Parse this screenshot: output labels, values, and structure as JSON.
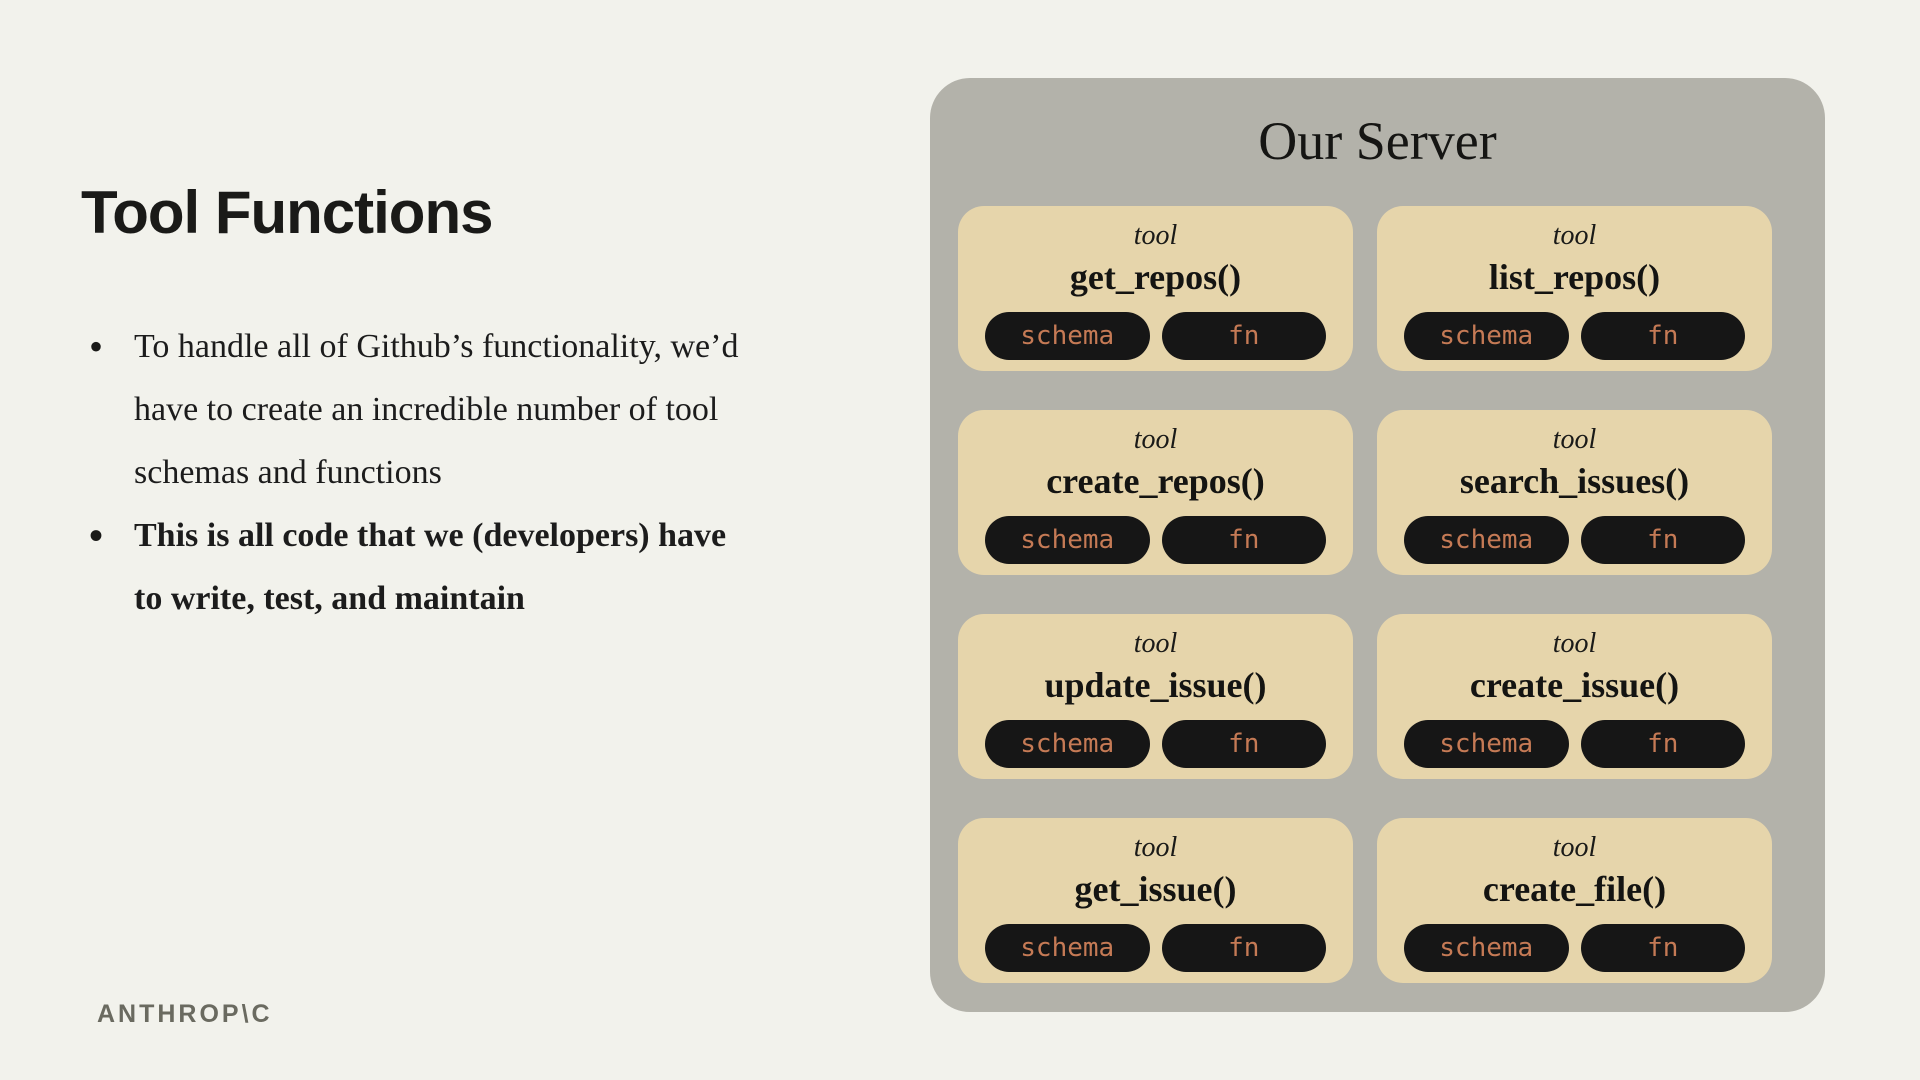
{
  "slide": {
    "title": "Tool Functions",
    "bullets": [
      {
        "text": "To handle all of Github’s functionality, we’d have to create an incredible number of tool schemas and functions",
        "bold": false
      },
      {
        "text": "This is all code that we (developers) have to write, test, and maintain",
        "bold": true
      }
    ],
    "logo": "ANTHROP\\C"
  },
  "server_panel": {
    "title": "Our Server",
    "tool_label": "tool",
    "buttons": {
      "schema": "schema",
      "fn": "fn"
    },
    "tools": [
      {
        "name": "get_repos()"
      },
      {
        "name": "list_repos()"
      },
      {
        "name": "create_repos()"
      },
      {
        "name": "search_issues()"
      },
      {
        "name": "update_issue()"
      },
      {
        "name": "create_issue()"
      },
      {
        "name": "get_issue()"
      },
      {
        "name": "create_file()"
      }
    ]
  },
  "colors": {
    "background": "#f2f2ec",
    "panel": "#b3b2aa",
    "card": "#e6d5ab",
    "pill_background": "#161616",
    "pill_text": "#c57a55",
    "text": "#1a1a18",
    "logo": "#6a6a60"
  }
}
